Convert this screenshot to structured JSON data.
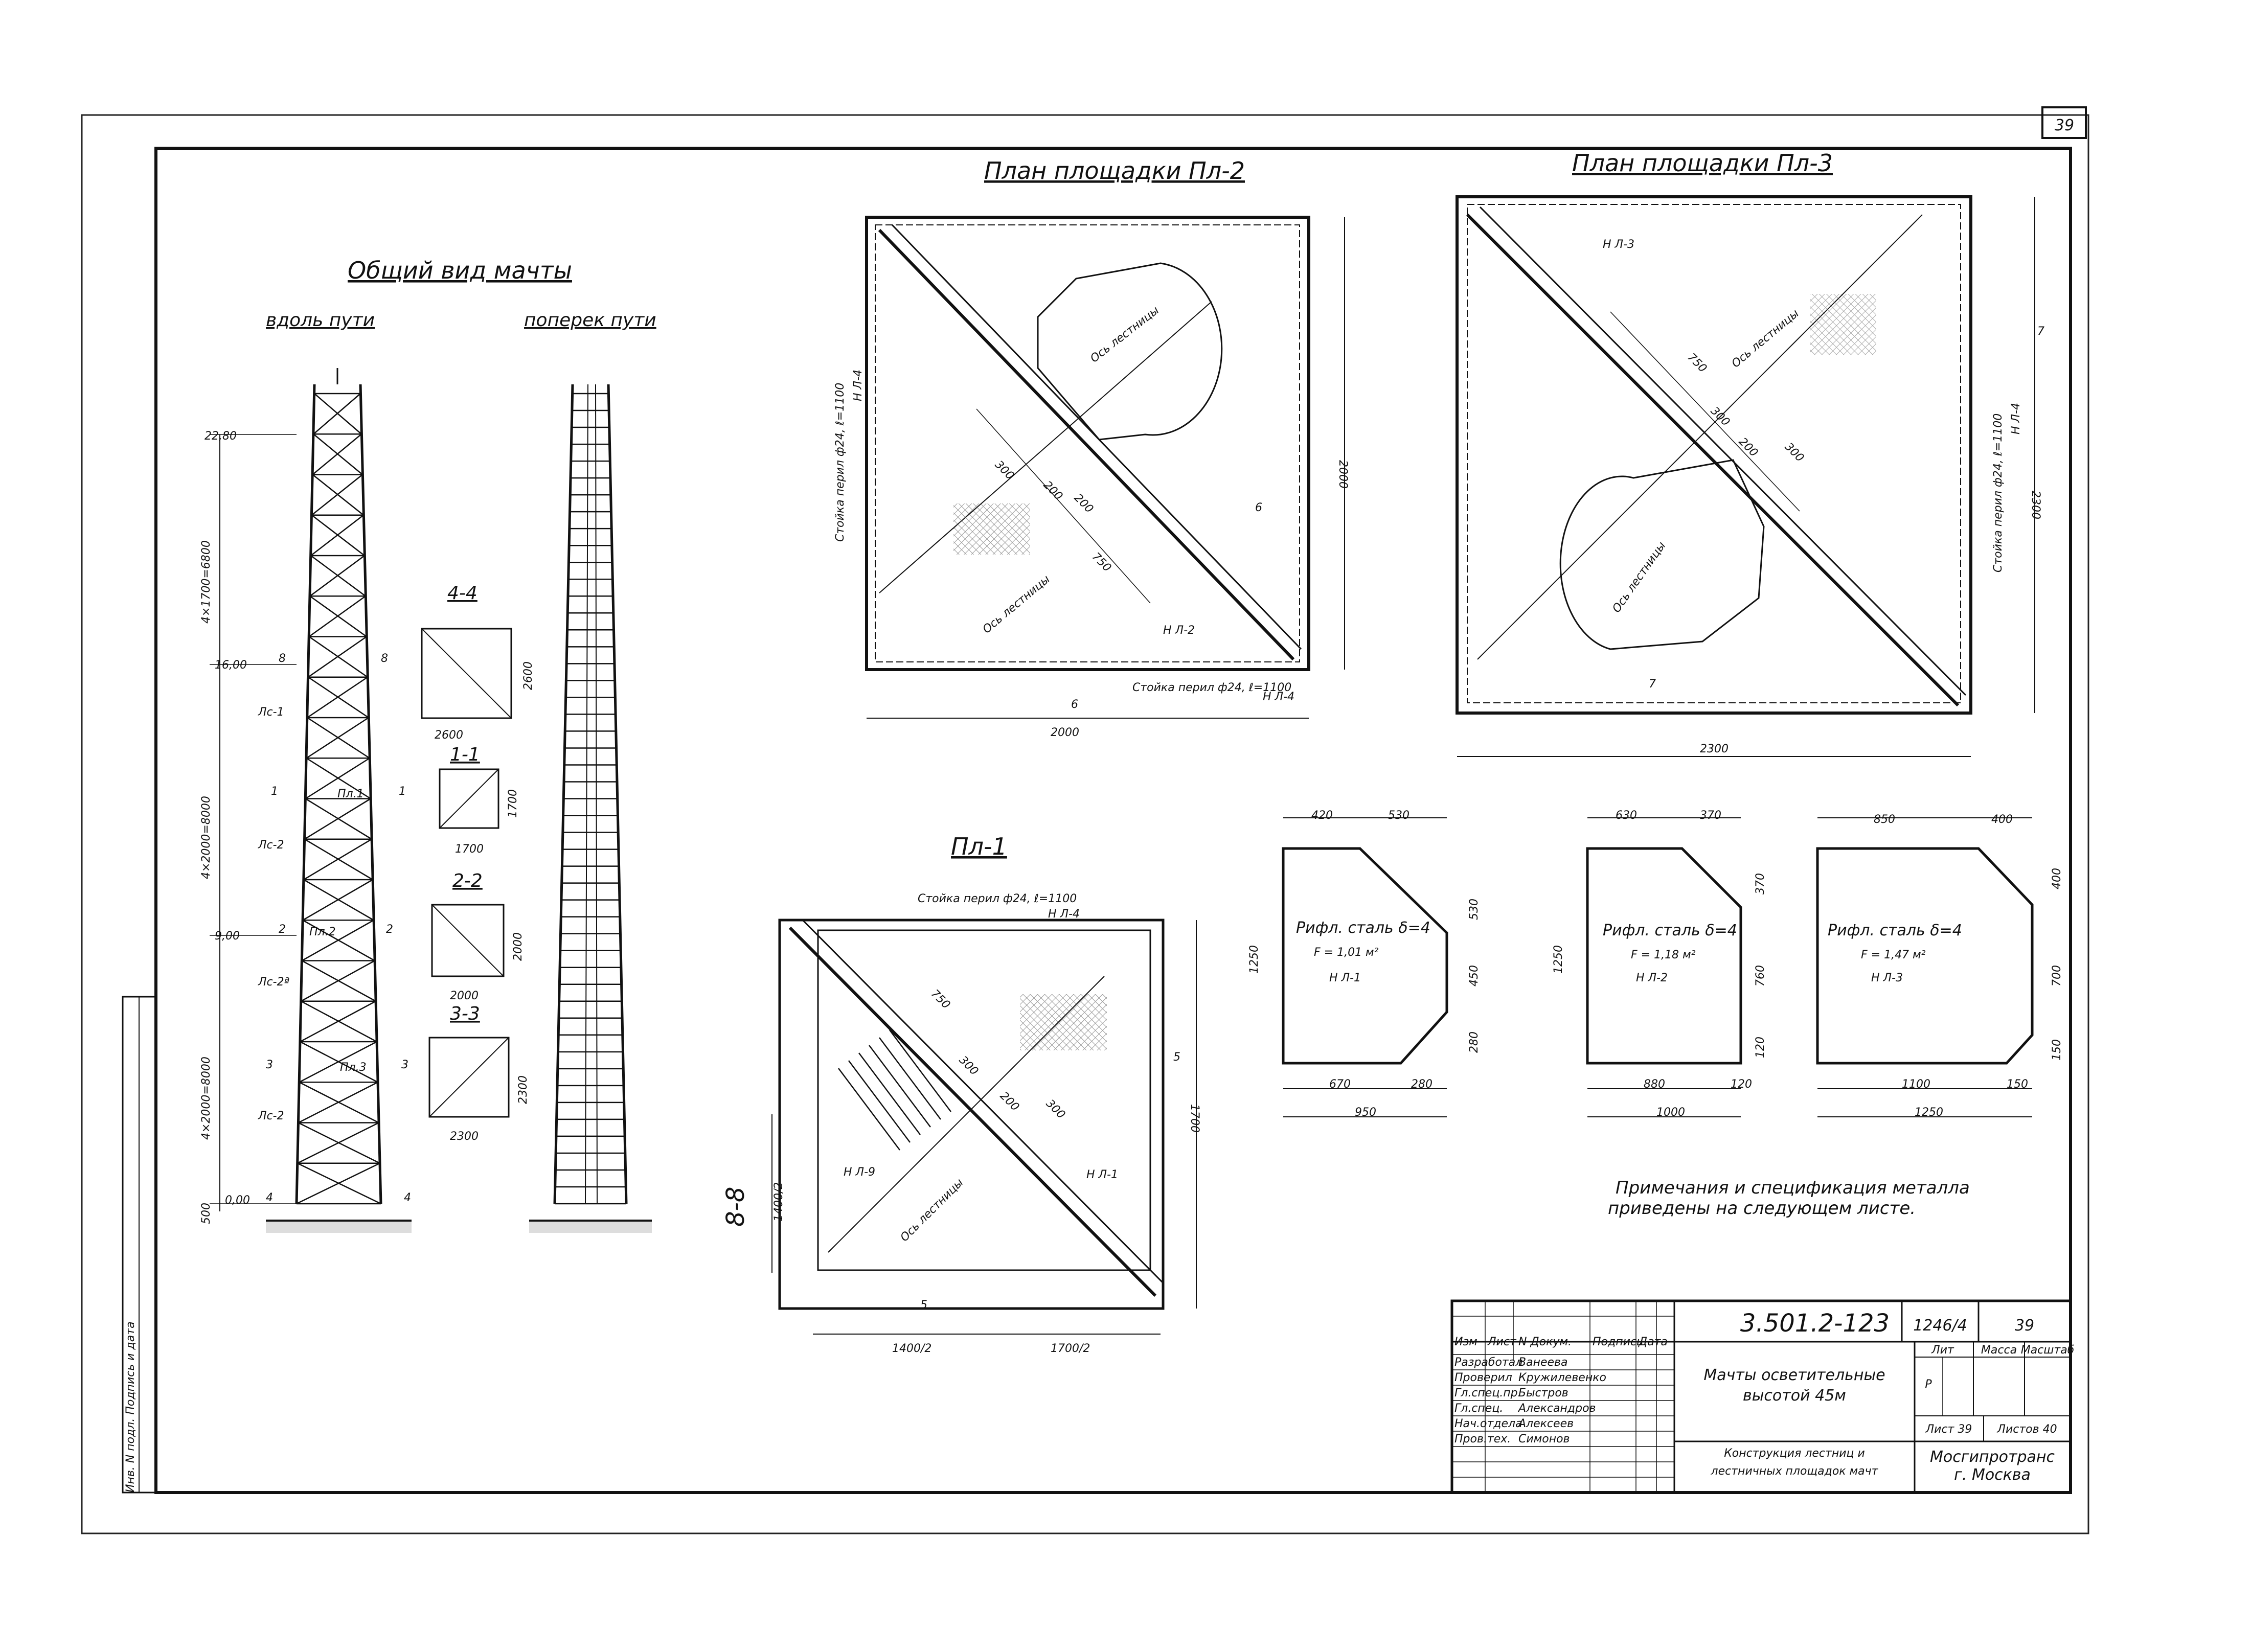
{
  "sheet": {
    "page_number": "39"
  },
  "mast_view": {
    "title": "Общий вид мачты",
    "along_track": "вдоль пути",
    "across_track": "поперек пути",
    "elevations": [
      "22,80",
      "16,00",
      "9,00",
      "0,00"
    ],
    "segment_dims": [
      "4×1700=6800",
      "4×2000=8000",
      "4×2000=8000"
    ],
    "base_dim": "500",
    "member_labels": [
      "Лс-1",
      "Лс-2",
      "Лс-2ª",
      "Лс-2"
    ],
    "platform_labels": [
      "Пл.1",
      "Пл.2",
      "Пл.3"
    ],
    "cut_marks": [
      "8",
      "1",
      "2",
      "3",
      "4"
    ]
  },
  "sections": [
    {
      "title": "4-4",
      "width": "2600",
      "height": "2600"
    },
    {
      "title": "1-1",
      "width": "1700",
      "height": "1700"
    },
    {
      "title": "2-2",
      "width": "2000",
      "height": "2000"
    },
    {
      "title": "3-3",
      "width": "2300",
      "height": "2300"
    }
  ],
  "plan_pl2": {
    "title": "План площадки Пл-2",
    "rail_left": "Стойка перил ф24, ℓ=1100",
    "rail_left_mark": "Н Л-4",
    "rail_bottom": "Стойка перил ф24, ℓ=1100",
    "rail_bottom_mark": "Н Л-4",
    "ladder_axis_1": "Ось лестницы",
    "ladder_axis_2": "Ось лестницы",
    "mark_nl2": "Н Л-2",
    "dims": [
      "300",
      "200",
      "200",
      "750"
    ],
    "width": "2000",
    "height": "2000",
    "cut_label": "6"
  },
  "plan_pl3": {
    "title": "План площадки Пл-3",
    "mark_nl3": "Н Л-3",
    "ladder_axis_1": "Ось лестницы",
    "ladder_axis_2": "Ось лестницы",
    "rail_right": "Стойка перил ф24, ℓ=1100",
    "rail_right_mark": "Н Л-4",
    "dims": [
      "750",
      "300",
      "200",
      "300"
    ],
    "width": "2300",
    "height": "2300",
    "cut_label": "7"
  },
  "plan_pl1": {
    "title": "Пл-1",
    "rail_top": "Стойка перил ф24, ℓ=1100",
    "rail_top_mark": "Н Л-4",
    "ladder_axis": "Ось лестницы",
    "mark_nl9": "Н Л-9",
    "mark_nl1": "Н Л-1",
    "dims": [
      "750",
      "300",
      "200",
      "300"
    ],
    "height_dim": "1700",
    "left_height_dim": "1400/2",
    "bottom_dims": [
      "1400/2",
      "1700/2"
    ],
    "section_mark": "8-8",
    "cut_label": "5"
  },
  "sheets_details": [
    {
      "title": "Рифл. сталь δ=4",
      "area": "F = 1,01 м²",
      "mark": "Н Л-1",
      "top_dims": [
        "420",
        "530"
      ],
      "bottom_dims": [
        "670",
        "280"
      ],
      "overall_width": "950",
      "overall_height": "1250",
      "right_dims": [
        "530",
        "450",
        "280"
      ]
    },
    {
      "title": "Рифл. сталь δ=4",
      "area": "F = 1,18 м²",
      "mark": "Н Л-2",
      "top_dims": [
        "630",
        "370"
      ],
      "bottom_dims": [
        "880",
        "120"
      ],
      "overall_width": "1000",
      "overall_height": "1250",
      "right_dims": [
        "370",
        "760",
        "120"
      ]
    },
    {
      "title": "Рифл. сталь δ=4",
      "area": "F = 1,47 м²",
      "mark": "Н Л-3",
      "top_dims": [
        "850",
        "400"
      ],
      "bottom_dims": [
        "1100",
        "150"
      ],
      "overall_width": "1250",
      "overall_height": "",
      "right_dims": [
        "400",
        "700",
        "150"
      ]
    }
  ],
  "note": [
    "Примечания и спецификация металла",
    "приведены на следующем листе."
  ],
  "stamp": {
    "code": "3.501.2-123",
    "inventory": "1246/4",
    "sheet_no": "39",
    "header_cells": [
      "Изм",
      "Лист",
      "N Докум.",
      "Подпись",
      "Дата"
    ],
    "roles": [
      {
        "role": "Разработал",
        "name": "Ванеева"
      },
      {
        "role": "Проверил",
        "name": "Кружилевенко"
      },
      {
        "role": "Гл.спец.пр.",
        "name": "Быстров"
      },
      {
        "role": "Гл.спец.",
        "name": "Александров"
      },
      {
        "role": "Нач.отдела",
        "name": "Алексеев"
      },
      {
        "role": "Пров.тех.",
        "name": "Симонов"
      }
    ],
    "object_title": [
      "Мачты осветительные",
      "высотой 45м"
    ],
    "sheet_title": [
      "Конструкция лестниц и",
      "лестничных площадок мачт"
    ],
    "lit_label": "Лит",
    "lit_value": "Р",
    "mass_label": "Масса",
    "scale_label": "Масштаб",
    "sheet_label": "Лист 39",
    "sheets_label": "Листов 40",
    "org": [
      "Мосгипротранс",
      "г. Москва"
    ]
  },
  "side_margin": {
    "text": "Инв. N подл.  Подпись и дата"
  }
}
